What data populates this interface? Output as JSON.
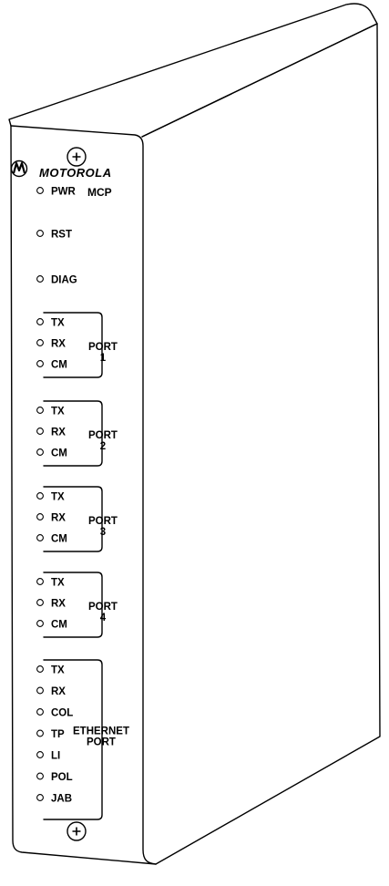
{
  "brand": {
    "logo_icon": "motorola-batwing-logo",
    "name": "MOTOROLA",
    "model": "MCP"
  },
  "top_indicators": [
    {
      "label": "PWR"
    },
    {
      "label": "RST"
    },
    {
      "label": "DIAG"
    }
  ],
  "serial_ports": [
    {
      "name": "PORT",
      "number": "1",
      "leds": [
        "TX",
        "RX",
        "CM"
      ]
    },
    {
      "name": "PORT",
      "number": "2",
      "leds": [
        "TX",
        "RX",
        "CM"
      ]
    },
    {
      "name": "PORT",
      "number": "3",
      "leds": [
        "TX",
        "RX",
        "CM"
      ]
    },
    {
      "name": "PORT",
      "number": "4",
      "leds": [
        "TX",
        "RX",
        "CM"
      ]
    }
  ],
  "ethernet_port": {
    "name_line1": "ETHERNET",
    "name_line2": "PORT",
    "leds": [
      "TX",
      "RX",
      "COL",
      "TP",
      "LI",
      "POL",
      "JAB"
    ]
  },
  "screws": [
    {
      "icon": "screw-plus-icon"
    },
    {
      "icon": "screw-plus-icon"
    }
  ]
}
